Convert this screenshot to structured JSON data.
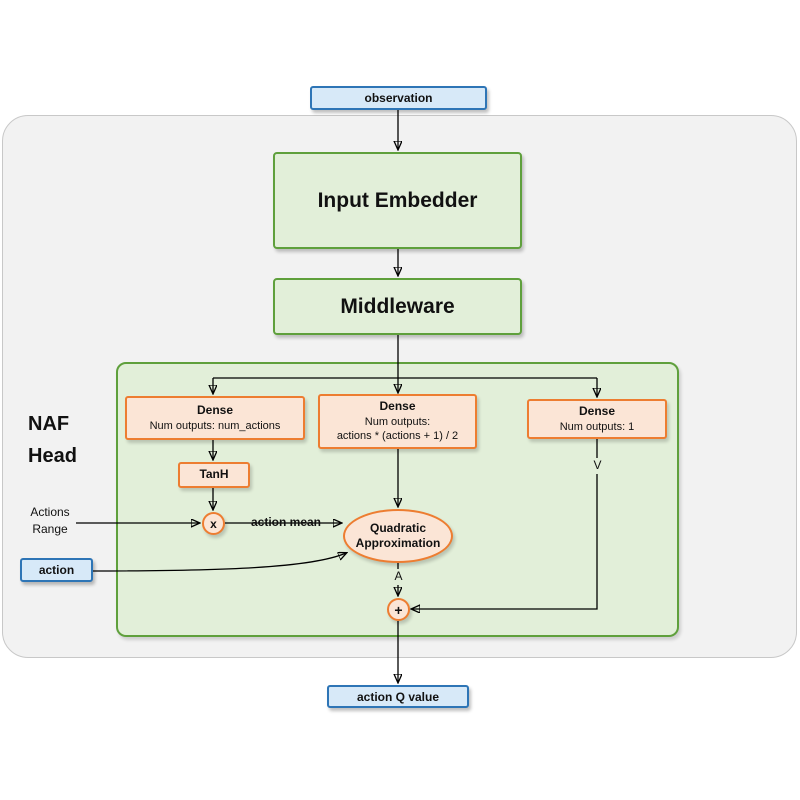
{
  "colors": {
    "blue_fill": "#d7e9f8",
    "blue_border": "#2e75b6",
    "green_fill": "#e2efd9",
    "green_border": "#5fa03c",
    "orange_fill": "#fbe5d6",
    "orange_border": "#ed7d31",
    "gray_fill": "#f2f2f2",
    "gray_border": "#c8c8c8",
    "arrow": "#000000"
  },
  "nodes": {
    "observation": "observation",
    "input_embedder": "Input Embedder",
    "middleware": "Middleware",
    "dense_actions": {
      "title": "Dense",
      "line1": "Num outputs: num_actions"
    },
    "dense_quadratic": {
      "title": "Dense",
      "line1": "Num outputs:",
      "line2": "actions * (actions + 1) / 2"
    },
    "dense_value": {
      "title": "Dense",
      "line1": "Num outputs: 1"
    },
    "tanh": "TanH",
    "multiply_op": "x",
    "sum_op": "+",
    "quadratic": {
      "line1": "Quadratic",
      "line2": "Approximation"
    },
    "action_input": "action",
    "action_q_value": "action Q value"
  },
  "labels": {
    "naf_line1": "NAF",
    "naf_line2": "Head",
    "actions_range_line1": "Actions",
    "actions_range_line2": "Range",
    "action_mean": "action mean",
    "advantage": "A",
    "value": "V"
  }
}
